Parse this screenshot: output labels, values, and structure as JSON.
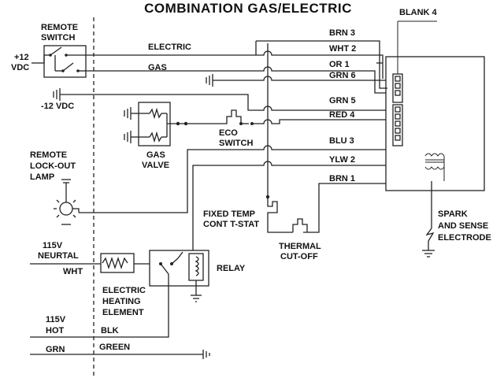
{
  "title": "COMBINATION GAS/ELECTRIC",
  "labels": {
    "remote_switch_1": "REMOTE",
    "remote_switch_2": "SWITCH",
    "plus12_1": "+12",
    "plus12_2": "VDC",
    "minus12": "-12 VDC",
    "electric": "ELECTRIC",
    "gas": "GAS",
    "remote_lockout_1": "REMOTE",
    "remote_lockout_2": "LOCK-OUT",
    "remote_lockout_3": "LAMP",
    "gas_valve_1": "GAS",
    "gas_valve_2": "VALVE",
    "eco_switch_1": "ECO",
    "eco_switch_2": "SWITCH",
    "fixed_temp_1": "FIXED TEMP",
    "fixed_temp_2": "CONT T-STAT",
    "thermal_1": "THERMAL",
    "thermal_2": "CUT-OFF",
    "blank4": "BLANK 4",
    "spark_1": "SPARK",
    "spark_2": "AND SENSE",
    "spark_3": "ELECTRODE",
    "neutral_1": "115V",
    "neutral_2": "NEURTAL",
    "wht": "WHT",
    "electric_heating_1": "ELECTRIC",
    "electric_heating_2": "HEATING",
    "electric_heating_3": "ELEMENT",
    "relay": "RELAY",
    "hot_1": "115V",
    "hot_2": "HOT",
    "blk": "BLK",
    "grn": "GRN",
    "green": "GREEN"
  },
  "wires": [
    {
      "label": "BRN 3"
    },
    {
      "label": "WHT 2"
    },
    {
      "label": "OR 1"
    },
    {
      "label": "GRN 6"
    },
    {
      "label": "GRN 5"
    },
    {
      "label": "RED 4"
    },
    {
      "label": "BLU 3"
    },
    {
      "label": "YLW 2"
    },
    {
      "label": "BRN 1"
    }
  ],
  "icons": [
    "switch-icon",
    "ground-icon",
    "coil-icon",
    "lamp-icon",
    "heating-element-icon",
    "relay-icon",
    "spark-coil-icon",
    "thermostat-icon"
  ],
  "colors": {
    "ink": "#222222",
    "background": "#ffffff"
  }
}
